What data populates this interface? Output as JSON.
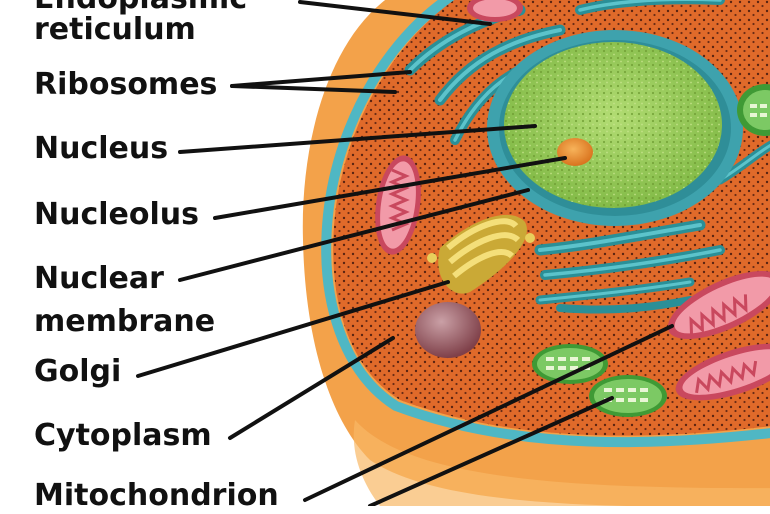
{
  "labels": {
    "endoplasmic_line1": "Endoplasmic",
    "endoplasmic_line2": "reticulum",
    "ribosomes": "Ribosomes",
    "nucleus": "Nucleus",
    "nucleolus": "Nucleolus",
    "nuclear_line1": "Nuclear",
    "nuclear_line2": "membrane",
    "golgi": "Golgi",
    "cytoplasm": "Cytoplasm",
    "mitochondrion": "Mitochondrion"
  },
  "colors": {
    "cell_outer": "#f3a24a",
    "cell_rim": "#4fb7c4",
    "cytoplasm": "#e06a2a",
    "nucleus": "#8cc34a",
    "nucleus_envelope": "#3ea2ad",
    "nucleolus": "#e98a2a",
    "er": "#2f9ea6",
    "mitochondrion": "#e36b80",
    "golgi": "#e8cf5c",
    "chloroplast": "#5fb84a",
    "vesicle": "#9a5a60",
    "leader_line": "#111111"
  }
}
